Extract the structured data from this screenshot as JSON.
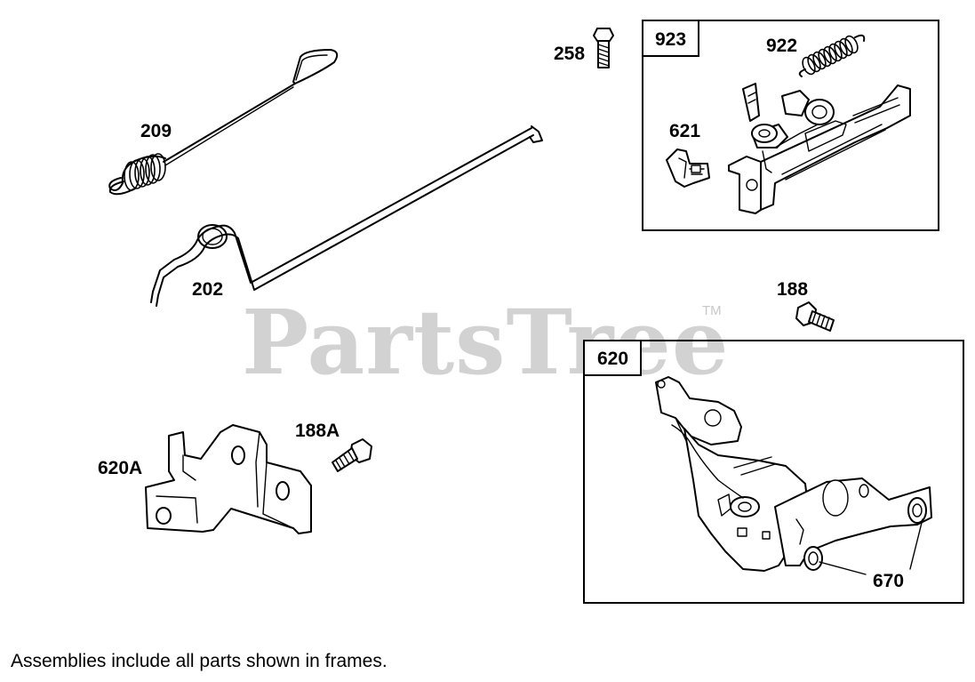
{
  "watermark": {
    "text": "PartsTree",
    "trademark": "TM",
    "color": "#d2d2d2"
  },
  "frames": [
    {
      "id": "frame-923",
      "label": "923"
    },
    {
      "id": "frame-620",
      "label": "620"
    }
  ],
  "parts": [
    {
      "id": "209",
      "label": "209",
      "icon": "extension-spring-with-hook-icon"
    },
    {
      "id": "202",
      "label": "202",
      "icon": "governor-link-rod-icon"
    },
    {
      "id": "258",
      "label": "258",
      "icon": "screw-icon"
    },
    {
      "id": "922",
      "label": "922",
      "icon": "extension-spring-icon"
    },
    {
      "id": "621",
      "label": "621",
      "icon": "cable-clamp-icon"
    },
    {
      "id": "188",
      "label": "188",
      "icon": "screw-icon"
    },
    {
      "id": "188A",
      "label": "188A",
      "icon": "screw-icon"
    },
    {
      "id": "620A",
      "label": "620A",
      "icon": "control-bracket-plate-icon"
    },
    {
      "id": "670",
      "label": "670",
      "icon": "bushing-icon"
    }
  ],
  "footer": {
    "note": "Assemblies include all parts shown in frames."
  }
}
